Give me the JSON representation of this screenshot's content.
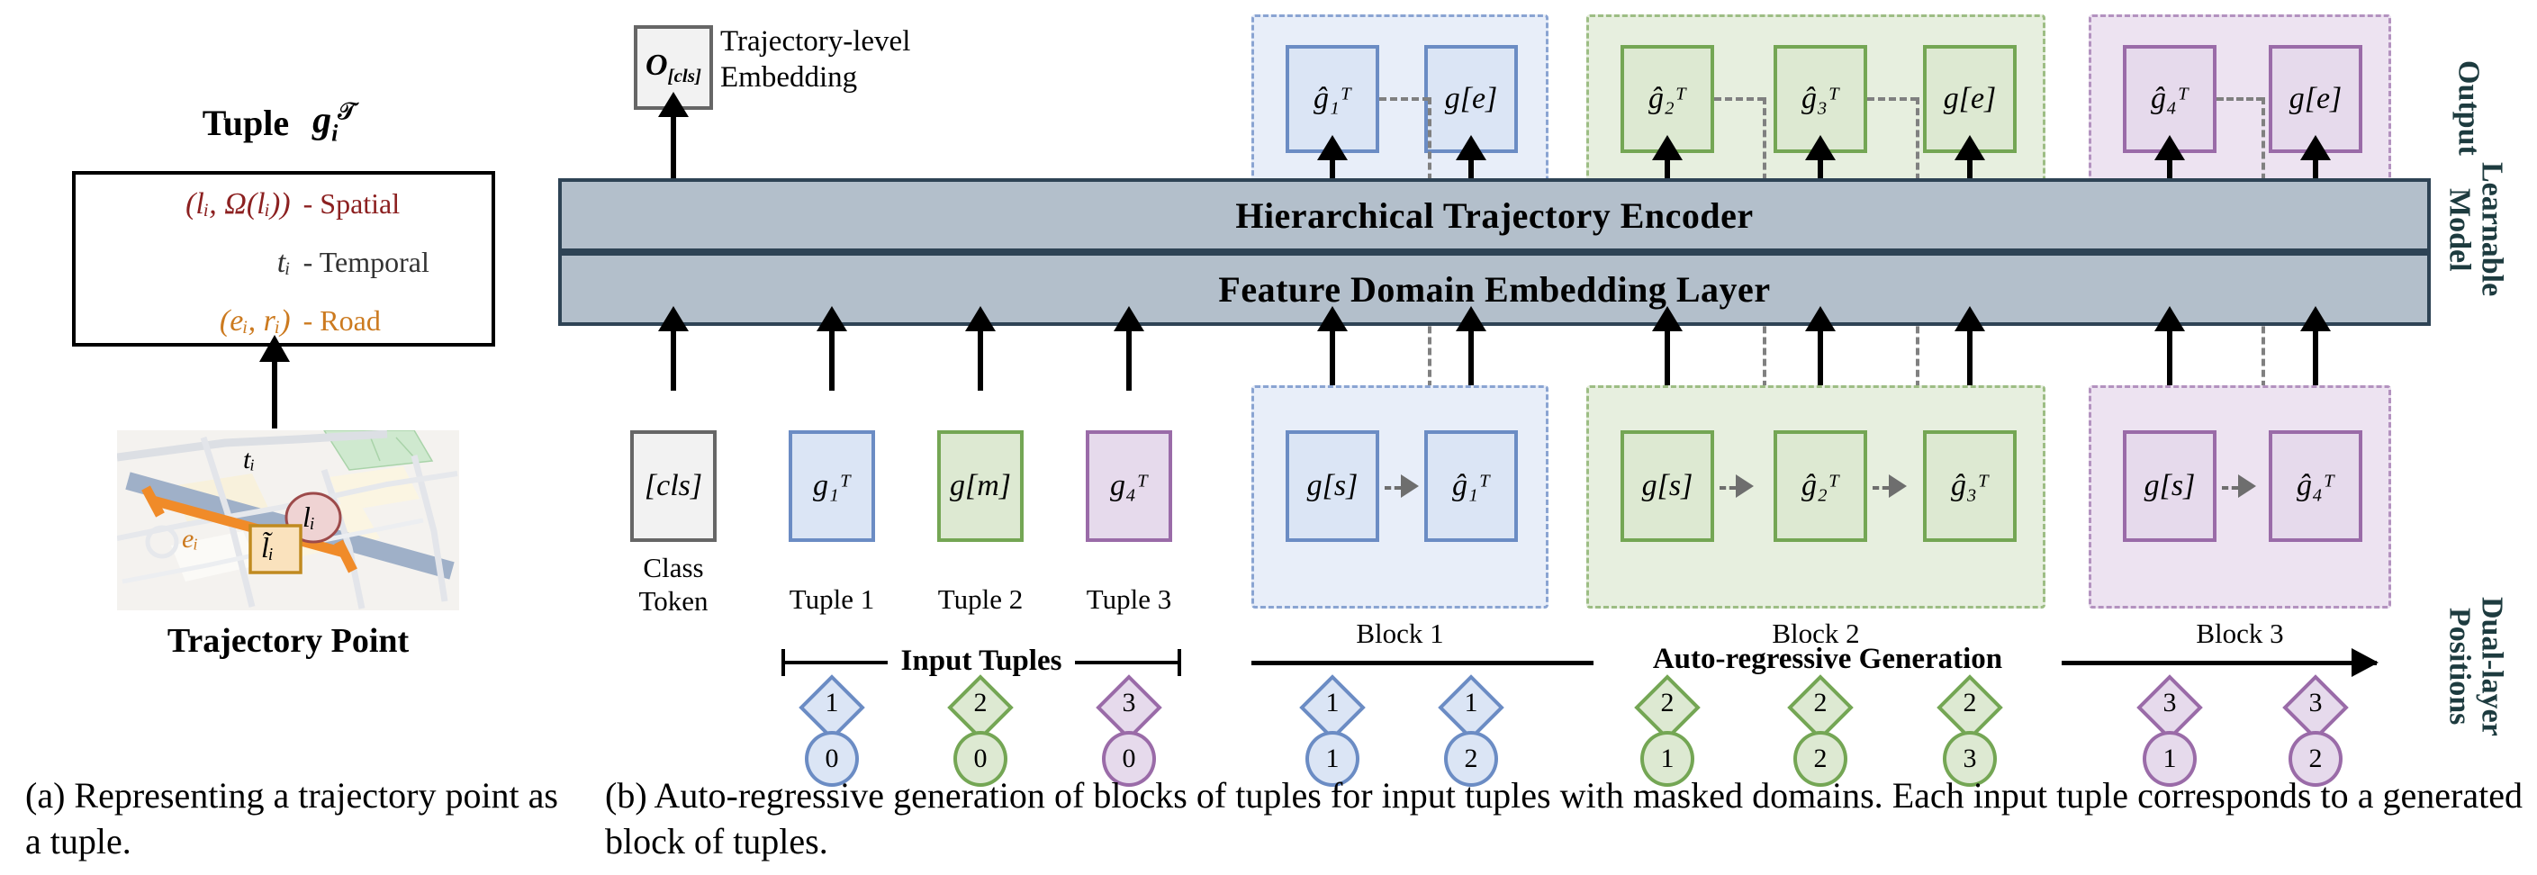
{
  "figure": {
    "panel_a": {
      "title_word": "Tuple",
      "title_symbol": "g",
      "title_sub": "i",
      "title_sup": "𝒯",
      "rows": [
        {
          "expr": "(lᵢ, Ω(lᵢ))",
          "label": "- Spatial",
          "color": "#8c2020"
        },
        {
          "expr": "tᵢ",
          "label": "- Temporal",
          "color": "#333333"
        },
        {
          "expr": "(eᵢ, rᵢ)",
          "label": "- Road",
          "color": "#cc7a1f"
        }
      ],
      "map_labels": {
        "time": "tᵢ",
        "point": "lᵢ",
        "matched": "l̃ᵢ",
        "edge": "eᵢ"
      },
      "map_caption": "Trajectory Point"
    },
    "panel_b": {
      "cls_output": {
        "symbol": "O",
        "sub": "[cls]",
        "caption_line1": "Trajectory-level",
        "caption_line2": "Embedding"
      },
      "bars": [
        "Hierarchical Trajectory Encoder",
        "Feature Domain Embedding Layer"
      ],
      "input_row": [
        {
          "token": "[cls]",
          "style": "grey",
          "label_line1": "Class",
          "label_line2": "Token"
        },
        {
          "token": "g₁ᵀ",
          "style": "blue",
          "label_line1": "Tuple 1",
          "label_line2": ""
        },
        {
          "token": "g[m]",
          "style": "green",
          "label_line1": "Tuple 2",
          "label_line2": ""
        },
        {
          "token": "g₄ᵀ",
          "style": "purple",
          "label_line1": "Tuple 3",
          "label_line2": ""
        }
      ],
      "input_tuples_brace": "Input Tuples",
      "autoregressive_label": "Auto-regressive Generation",
      "blocks": [
        {
          "name": "Block 1",
          "style": "blue",
          "inputs": [
            "g[s]",
            "ĝ₁ᵀ"
          ],
          "outputs": [
            "ĝ₁ᵀ",
            "g[e]"
          ]
        },
        {
          "name": "Block 2",
          "style": "green",
          "inputs": [
            "g[s]",
            "ĝ₂ᵀ",
            "ĝ₃ᵀ"
          ],
          "outputs": [
            "ĝ₂ᵀ",
            "ĝ₃ᵀ",
            "g[e]"
          ]
        },
        {
          "name": "Block 3",
          "style": "purple",
          "inputs": [
            "g[s]",
            "ĝ₄ᵀ"
          ],
          "outputs": [
            "ĝ₄ᵀ",
            "g[e]"
          ]
        }
      ],
      "side_labels": {
        "output": "Output",
        "model": "Learnable\nModel",
        "positions": "Dual-layer\nPositions"
      },
      "dual_layer_positions": [
        {
          "diamond": "1",
          "circle": "0",
          "style": "blue"
        },
        {
          "diamond": "2",
          "circle": "0",
          "style": "green"
        },
        {
          "diamond": "3",
          "circle": "0",
          "style": "purple"
        },
        {
          "diamond": "1",
          "circle": "1",
          "style": "blue"
        },
        {
          "diamond": "1",
          "circle": "2",
          "style": "blue"
        },
        {
          "diamond": "2",
          "circle": "1",
          "style": "green"
        },
        {
          "diamond": "2",
          "circle": "2",
          "style": "green"
        },
        {
          "diamond": "2",
          "circle": "3",
          "style": "green"
        },
        {
          "diamond": "3",
          "circle": "1",
          "style": "purple"
        },
        {
          "diamond": "3",
          "circle": "2",
          "style": "purple"
        }
      ]
    },
    "captions": {
      "a": "(a) Representing a trajectory point as a tuple.",
      "b": "(b) Auto-regressive generation of blocks of tuples for input tuples with masked domains. Each input tuple corresponds to a generated block of tuples."
    },
    "colors": {
      "blue_fill": "#dbe5f5",
      "blue_stroke": "#6b8cc4",
      "green_fill": "#dde9d2",
      "green_stroke": "#74a654",
      "purple_fill": "#e6daec",
      "purple_stroke": "#9a6ba8",
      "grey_fill": "#f2f2f2",
      "grey_stroke": "#666666",
      "bar_fill": "#b3bfcb",
      "bar_stroke": "#2e4355",
      "spatial": "#8c2020",
      "road": "#cc7a1f",
      "side_label": "#1d3b3f"
    }
  }
}
